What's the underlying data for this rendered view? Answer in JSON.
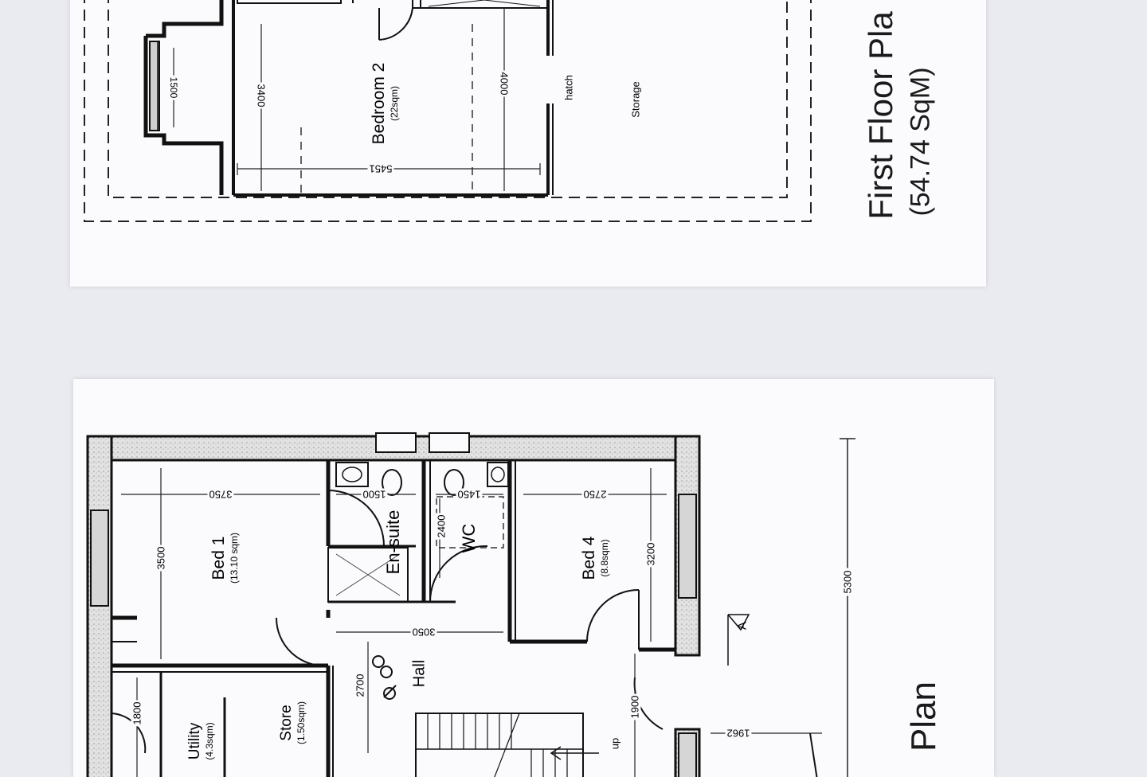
{
  "first_floor": {
    "title": "First Floor Pla",
    "area": "(54.74 SqM)",
    "rooms": [
      {
        "name": "Bedroom 2",
        "area": "(22sqm)"
      },
      {
        "name": "Storage",
        "area": ""
      }
    ],
    "labels": {
      "hatch": "hatch"
    },
    "dimensions": {
      "d1500": "1500",
      "d3400": "3400",
      "d4000": "4000",
      "d5451": "5451"
    }
  },
  "ground_floor": {
    "title": "Plan",
    "rooms": [
      {
        "name": "Bed 1",
        "area": "(13.10 sqm)"
      },
      {
        "name": "En-suite",
        "area": ""
      },
      {
        "name": "WC",
        "area": ""
      },
      {
        "name": "Bed 4",
        "area": "(8.8sqm)"
      },
      {
        "name": "Hall",
        "area": ""
      },
      {
        "name": "Store",
        "area": "(1.50sqm)"
      },
      {
        "name": "Utility",
        "area": "(4.3sqm)"
      }
    ],
    "labels": {
      "up": "up",
      "section": "A"
    },
    "dimensions": {
      "d3750": "3750",
      "d1500": "1500",
      "d1450": "1450",
      "d2750": "2750",
      "d3500": "3500",
      "d2400": "2400",
      "d3200": "3200",
      "d3050": "3050",
      "d2700": "2700",
      "d1800": "1800",
      "d1900": "1900",
      "d1962": "1962",
      "d5300": "5300"
    }
  },
  "colors": {
    "paper": "#fbfbfd",
    "background": "#e9ebf0",
    "ink": "#1a1a1a",
    "wall_fill": "#dcdcdc"
  }
}
